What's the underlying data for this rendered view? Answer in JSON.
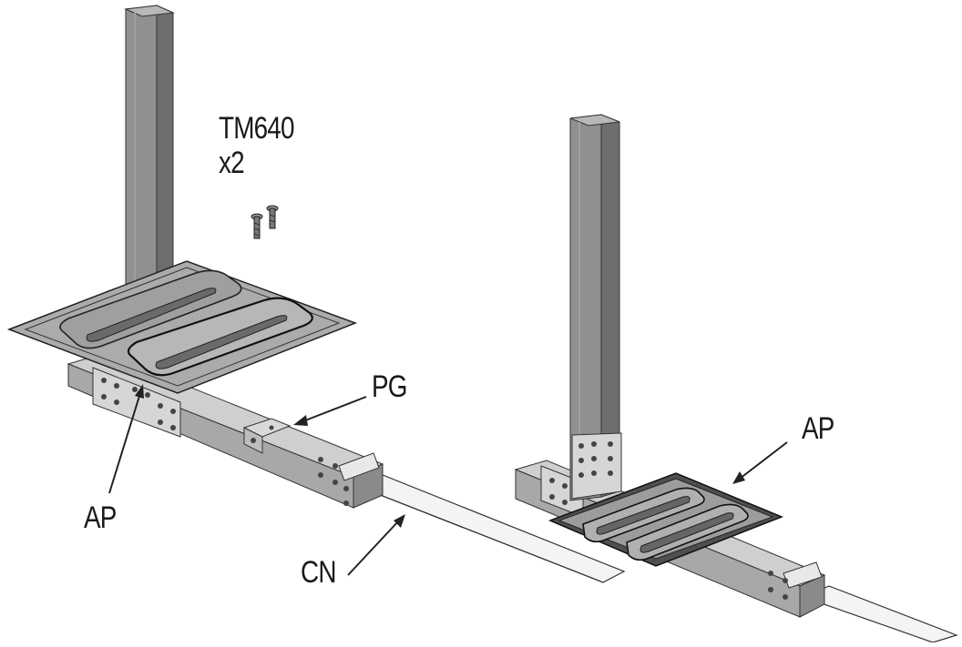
{
  "labels": {
    "tm_part": "TM640",
    "tm_qty": "x2",
    "pg": "PG",
    "ap_left": "AP",
    "ap_right": "AP",
    "cn": "CN"
  },
  "colors": {
    "post_front": "#909090",
    "post_side": "#6e6e6e",
    "post_top": "#b8b8b8",
    "beam_front": "#a8a8a8",
    "beam_side": "#8a8a8a",
    "beam_top": "#cfcfcf",
    "plate_fill": "#a9a9a9",
    "plate_dark": "#565656",
    "bracket": "#d6d6d6",
    "line": "#222222",
    "text": "#1a1a1a"
  },
  "icons": [
    "screw-icon",
    "screw-icon"
  ]
}
